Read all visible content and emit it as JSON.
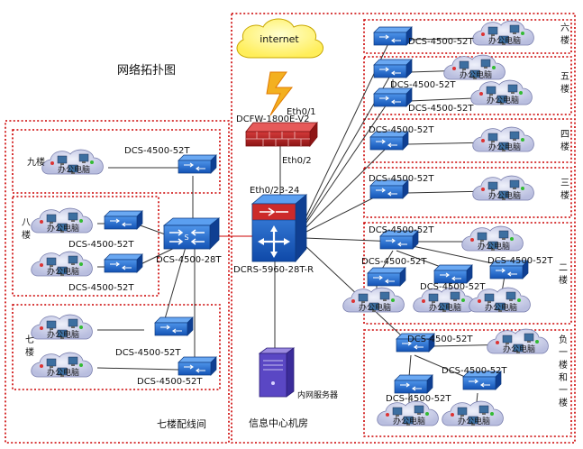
{
  "title": "网络拓扑图",
  "internet_label": "internet",
  "firewall": {
    "model": "DCFW-1800E-V2",
    "port_top": "Eth0/1",
    "port_bottom": "Eth0/2"
  },
  "core": {
    "model": "DCRS-5960-28T-R",
    "port": "Eth0/23-24"
  },
  "server": {
    "label": "内网服务器"
  },
  "datacenter_label": "信息中心机房",
  "wiring_room_label": "七楼配线间",
  "agg": {
    "model": "DCS-4500-28T"
  },
  "access_model": "DCS-4500-52T",
  "office_pc": "办公电脑",
  "floors": {
    "f9": "九楼",
    "f8": "八楼",
    "f7": "七楼",
    "f6": "六楼",
    "f5": "五楼",
    "f4": "四楼",
    "f3": "三楼",
    "f2": "二楼",
    "f1": "负一楼和一楼"
  },
  "colors": {
    "border": "#cc0000",
    "switch": "#1e66c8",
    "link": "#333333",
    "pc_cloud": "#c9cde6"
  }
}
